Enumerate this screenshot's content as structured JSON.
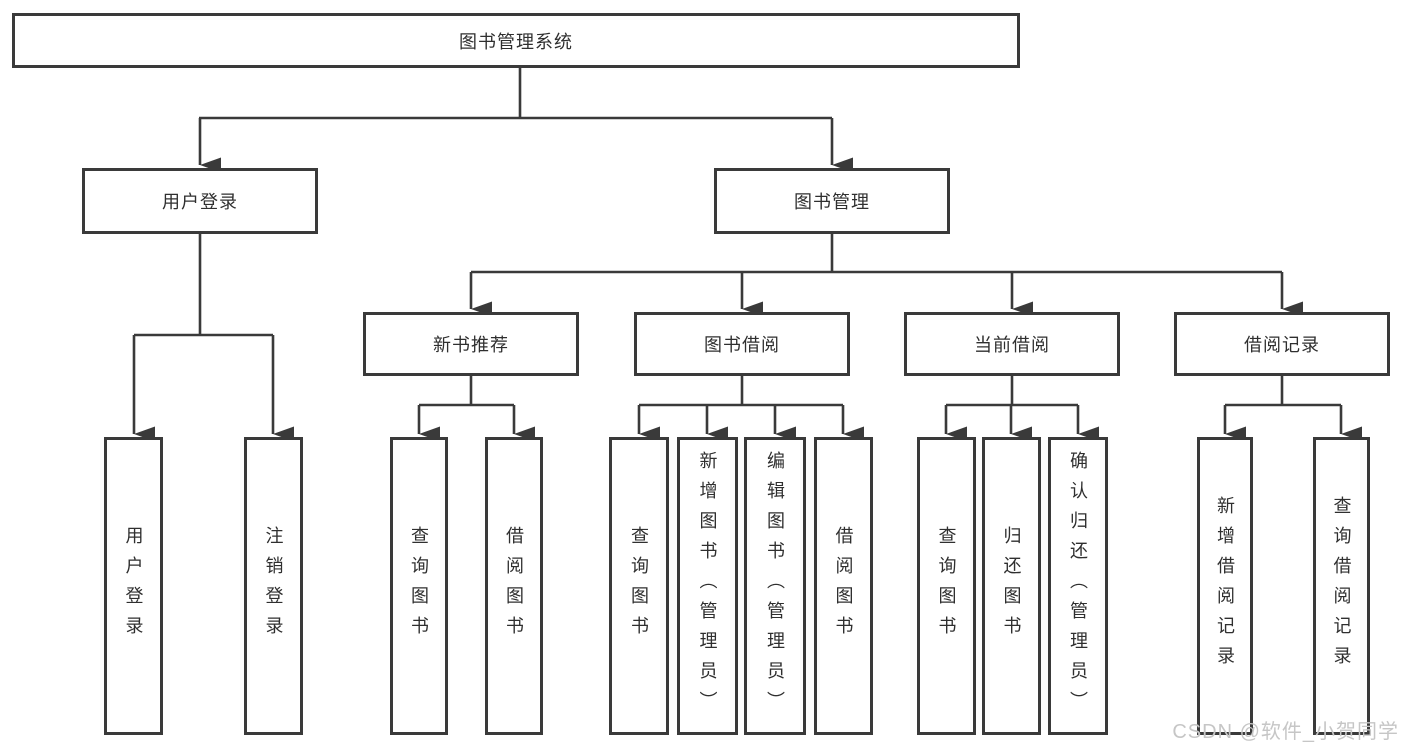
{
  "diagram": {
    "title": "图书管理系统",
    "tree": {
      "label": "图书管理系统",
      "children": [
        {
          "label": "用户登录",
          "children": [
            {
              "label": "用户登录"
            },
            {
              "label": "注销登录"
            }
          ]
        },
        {
          "label": "图书管理",
          "children": [
            {
              "label": "新书推荐",
              "children": [
                {
                  "label": "查询图书"
                },
                {
                  "label": "借阅图书"
                }
              ]
            },
            {
              "label": "图书借阅",
              "children": [
                {
                  "label": "查询图书"
                },
                {
                  "label": "新增图书（管理员）"
                },
                {
                  "label": "编辑图书（管理员）"
                },
                {
                  "label": "借阅图书"
                }
              ]
            },
            {
              "label": "当前借阅",
              "children": [
                {
                  "label": "查询图书"
                },
                {
                  "label": "归还图书"
                },
                {
                  "label": "确认归还（管理员）"
                }
              ]
            },
            {
              "label": "借阅记录",
              "children": [
                {
                  "label": "新增借阅记录"
                },
                {
                  "label": "查询借阅记录"
                }
              ]
            }
          ]
        }
      ]
    }
  },
  "watermark": {
    "text": "CSDN @软件_小贺同学"
  },
  "colors": {
    "line": "#3a3a3a",
    "text": "#2f2f2f",
    "watermark": "#c6c6c6",
    "background": "#ffffff"
  }
}
